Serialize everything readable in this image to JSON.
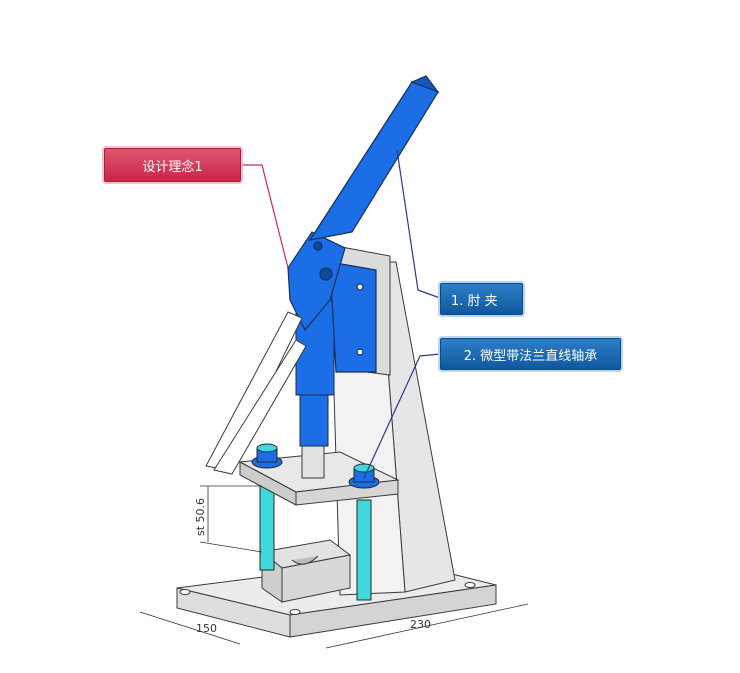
{
  "labels": {
    "concept": "设计理念1",
    "item1": "1. 肘 夹",
    "item2": "2. 微型带法兰直线轴承"
  },
  "dimensions": {
    "stroke": "st 50.6",
    "depth": "150",
    "width": "230"
  },
  "colors": {
    "machine_blue": "#1b6ee6",
    "guide_cyan": "#3fd8dc",
    "frame_grey": "#e8e8e8",
    "outline": "#3a3a3a",
    "concept_red": "#c8264a",
    "callout_blue": "#11589e"
  }
}
